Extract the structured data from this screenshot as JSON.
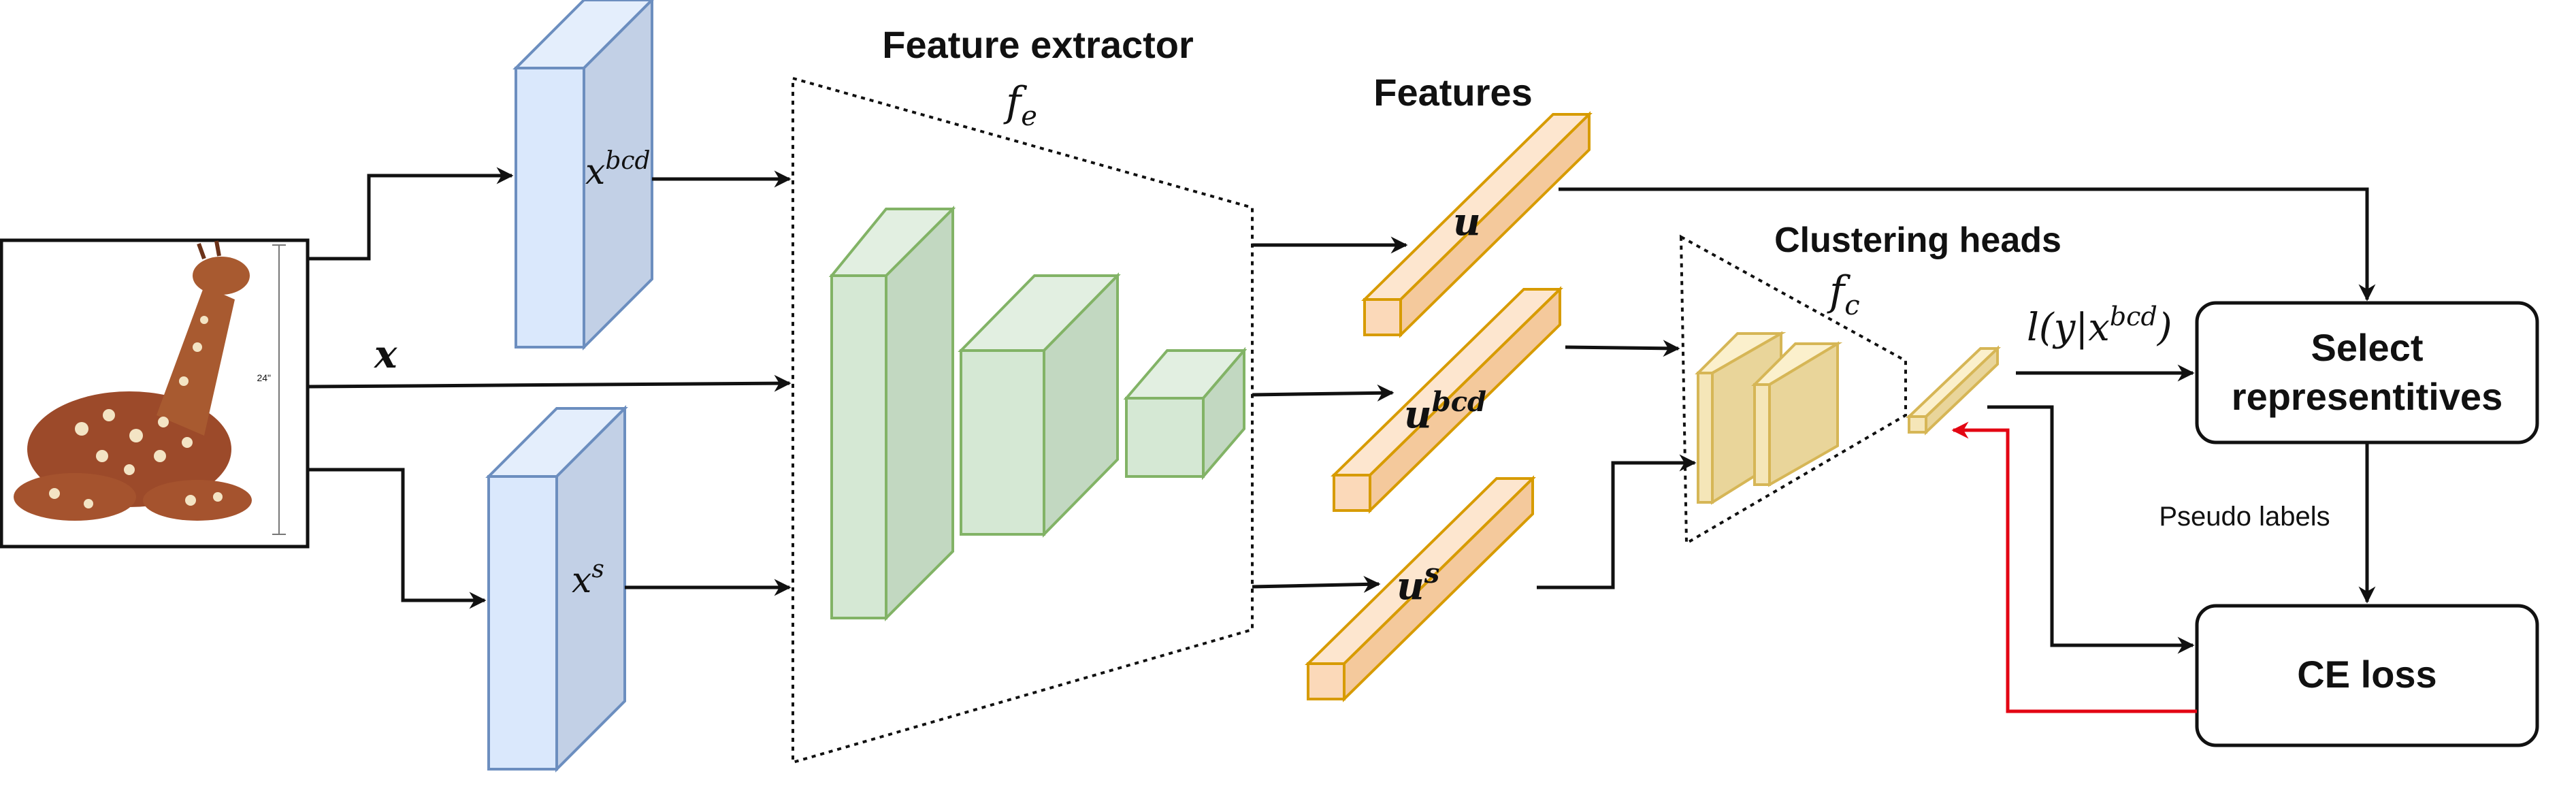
{
  "labels": {
    "feature_extractor": "Feature extractor",
    "features": "Features",
    "clustering_heads": "Clustering heads",
    "select_line1": "Select",
    "select_line2": "representitives",
    "ce_loss": "CE loss",
    "pseudo_labels": "Pseudo labels",
    "input_scale": "24\""
  },
  "math": {
    "x": "x",
    "x_bcd_base": "x",
    "x_bcd_sup": "bcd",
    "x_s_base": "x",
    "x_s_sup": "s",
    "fe_base": "f",
    "fe_sub": "e",
    "fc_base": "f",
    "fc_sub": "c",
    "u": "u",
    "u_bcd_base": "u",
    "u_bcd_sup": "bcd",
    "u_s_base": "u",
    "u_s_sup": "s",
    "likelihood_pre": "l(y|x",
    "likelihood_sup": "bcd",
    "likelihood_post": ")"
  },
  "colors": {
    "blue_fill": "#dae8fc",
    "blue_side": "#c2d0e6",
    "blue_stroke": "#6c8ebf",
    "green_fill": "#d5e8d4",
    "green_side": "#c2d8c1",
    "green_stroke": "#82b366",
    "orange_fill": "#fbd9b9",
    "orange_stroke": "#d79b00",
    "yellow_fill": "#f5e6b8",
    "yellow_stroke": "#d6b656",
    "red_arrow": "#e30613"
  },
  "icons": {
    "input_image": "giraffe-image"
  }
}
